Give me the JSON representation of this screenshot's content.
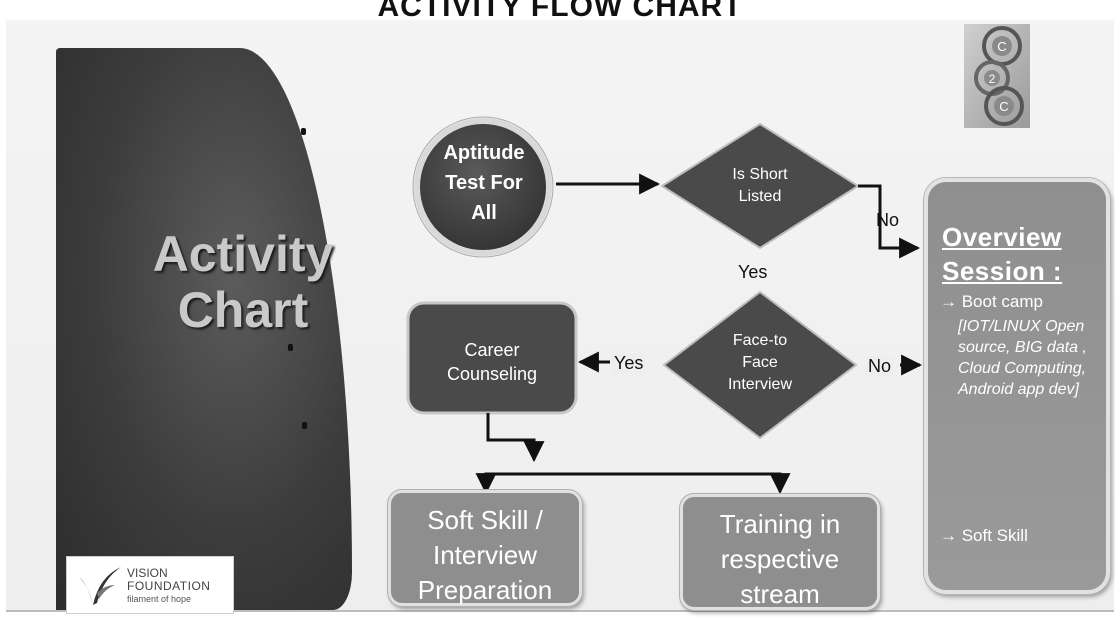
{
  "title": "ACTIVITY FLOW CHART",
  "side_panel": {
    "title_line1": "Activity",
    "title_line2": "Chart"
  },
  "logo": {
    "name_line1": "VISION",
    "name_line2": "FOUNDATION",
    "tagline": "filament of hope"
  },
  "badge": {
    "letters": [
      "C",
      "2",
      "C"
    ]
  },
  "nodes": {
    "aptitude": {
      "line1": "Aptitude",
      "line2": "Test For",
      "line3": "All"
    },
    "short_listed": {
      "line1": "Is Short",
      "line2": "Listed"
    },
    "face_to_face": {
      "line1": "Face-to",
      "line2": "Face",
      "line3": "Interview"
    },
    "career": {
      "line1": "Career",
      "line2": "Counseling"
    },
    "soft_skill": {
      "line1": "Soft Skill /",
      "line2": "Interview",
      "line3": "Preparation"
    },
    "training": {
      "line1": "Training in",
      "line2": "respective",
      "line3": "stream"
    }
  },
  "edge_labels": {
    "no_top": "No",
    "yes_mid": "Yes",
    "yes_left": "Yes",
    "no_mid": "No"
  },
  "overview": {
    "title_line1": "Overview",
    "title_line2": "Session :",
    "item1": "→ Boot camp",
    "item1_detail": "[IOT/LINUX Open source, BIG data , Cloud Computing, Android app dev]",
    "item2": "→ Soft Skill"
  },
  "colors": {
    "node_dark": "#4a4a4a",
    "box_light": "#8e8e8e",
    "side_panel": "#3c3c3c"
  },
  "icons": [
    "c2c-badge-icon",
    "vision-foundation-logo-icon"
  ]
}
